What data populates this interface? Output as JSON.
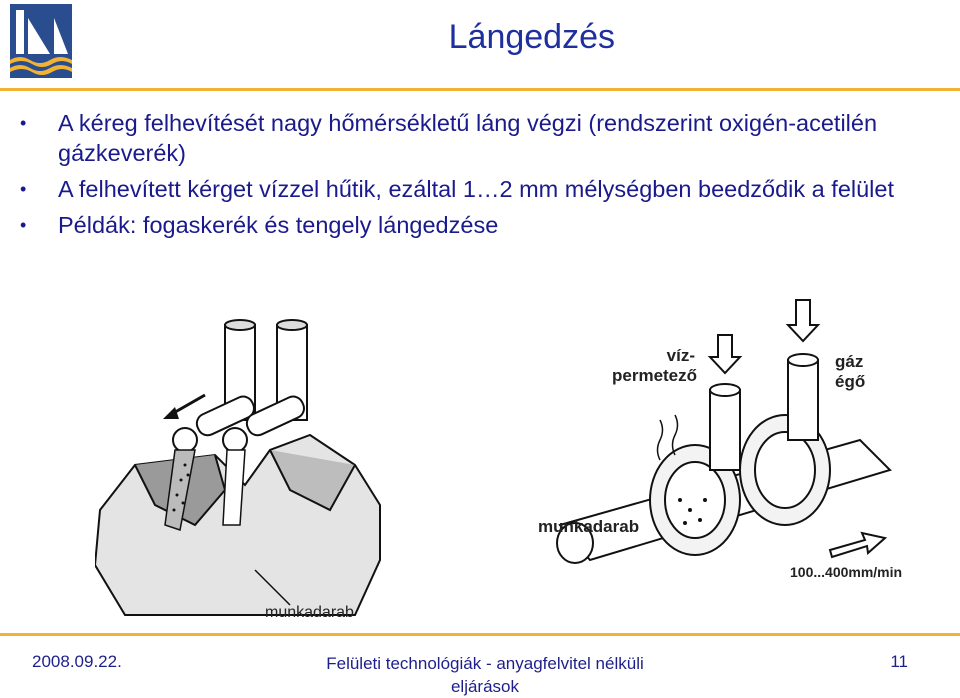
{
  "title": "Lángedzés",
  "bullets": [
    "A kéreg felhevítését nagy hőmérsékletű láng végzi (rendszerint oxigén-acetilén gázkeverék)",
    "A felhevített kérget vízzel hűtik, ezáltal 1…2 mm mélységben beedződik a felület",
    "Példák: fogaskerék és tengely lángedzése"
  ],
  "figure_left": {
    "label": "munkadarab"
  },
  "figure_right": {
    "label_water_line1": "víz-",
    "label_water_line2": "permetező",
    "label_gas_line1": "gáz",
    "label_gas_line2": "égő",
    "label_workpiece": "munkadarab",
    "label_speed": "100...400mm/min"
  },
  "footer": {
    "date": "2008.09.22.",
    "title": "Felületi technológiák - anyagfelvitel nélküli eljárások",
    "page": "11"
  },
  "colors": {
    "accent": "#f2b233",
    "text": "#1a1a8c",
    "logo_blue": "#2a4d8f"
  }
}
